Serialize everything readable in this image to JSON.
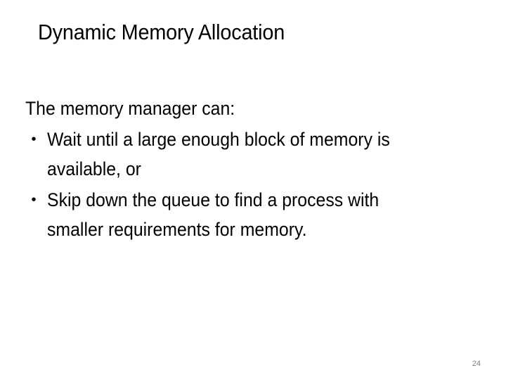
{
  "slide": {
    "title": "Dynamic Memory Allocation",
    "lead": "The memory manager can:",
    "bullets": [
      {
        "marker": "•",
        "lines": [
          "Wait until a large enough block of memory is",
          "available, or"
        ]
      },
      {
        "marker": "•",
        "lines": [
          "Skip down the queue to find a process with",
          "smaller requirements for memory."
        ]
      }
    ],
    "page_number": "24",
    "colors": {
      "background": "#ffffff",
      "text": "#000000",
      "page_number": "#808080"
    }
  }
}
